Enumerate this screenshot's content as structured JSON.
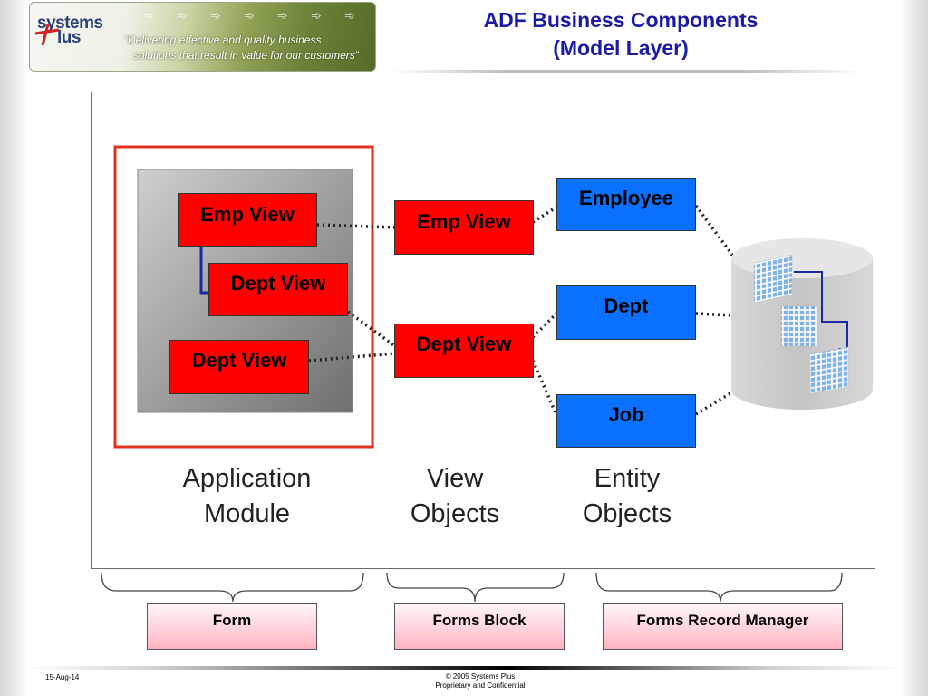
{
  "logo": {
    "word1": "systems",
    "word2": "lus",
    "tagline_line1": "“Delivering effective and quality business",
    "tagline_line2": "solutions that result in value for our customers”"
  },
  "title": {
    "line1": "ADF Business Components",
    "line2": "(Model Layer)"
  },
  "diagram": {
    "app_module": {
      "items": [
        "Emp View",
        "Dept View",
        "Dept View"
      ]
    },
    "view_objects": [
      "Emp View",
      "Dept View"
    ],
    "entity_objects": [
      "Employee",
      "Dept",
      "Job"
    ],
    "labels": {
      "app_module_l1": "Application",
      "app_module_l2": "Module",
      "view_objects_l1": "View",
      "view_objects_l2": "Objects",
      "entity_objects_l1": "Entity",
      "entity_objects_l2": "Objects"
    }
  },
  "forms_mapping": [
    "Form",
    "Forms Block",
    "Forms Record Manager"
  ],
  "footer": {
    "date": "15-Aug-14",
    "copyright": "© 2005 Systems Plus",
    "confidential": "Proprietary and Confidential"
  },
  "colors": {
    "title": "#1a1aa6",
    "view_object_box": "#ff0000",
    "entity_object_box": "#0a70ff",
    "app_module_outline": "#e0301e",
    "forms_box": "#ffc6d1"
  }
}
